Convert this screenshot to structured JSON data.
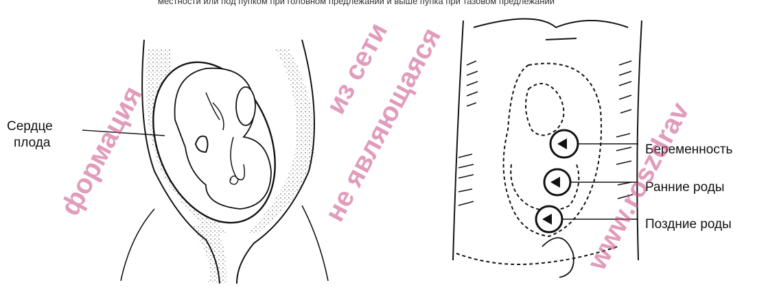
{
  "top_text": "местности или под пупком при головном предлежании и выше пупка при тазовом предлежании",
  "left_figure": {
    "label_line1": "Сердце",
    "label_line2": "плода"
  },
  "right_figure": {
    "labels": [
      "Беременность",
      "Ранние роды",
      "Поздние роды"
    ]
  },
  "watermarks": [
    "формация",
    "не являющаяся",
    "из сети",
    "www.roszdrav"
  ],
  "colors": {
    "ink": "#111111",
    "stipple": "#8a8a8a",
    "watermark": "#c94a84"
  }
}
